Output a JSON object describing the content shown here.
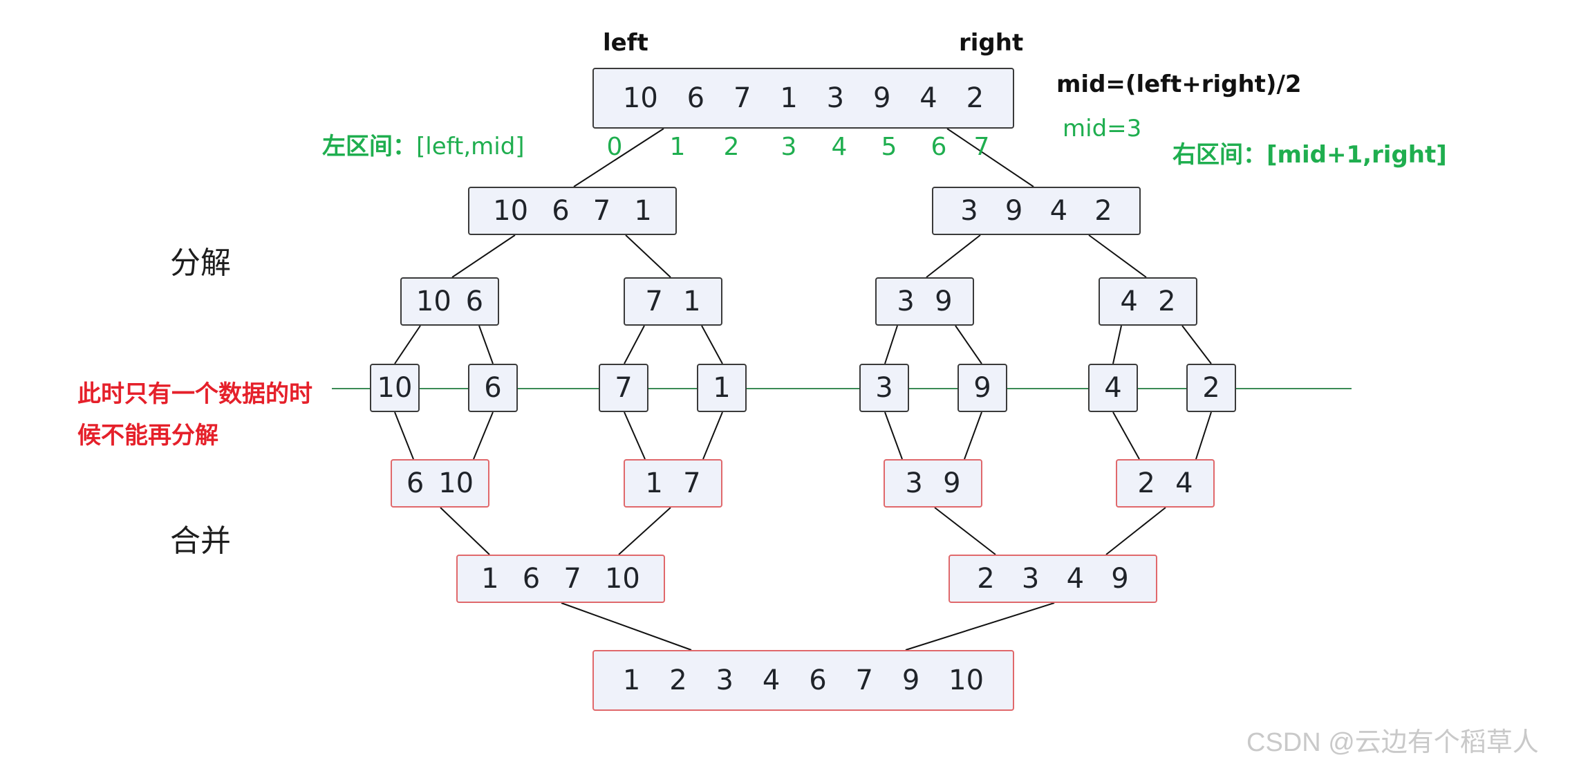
{
  "pointers": {
    "left": "left",
    "right": "right"
  },
  "formula": "mid=(left+right)/2",
  "mid_value": "mid=3",
  "left_interval": {
    "prefix": "左区间：",
    "range": "[left,mid]"
  },
  "right_interval": "右区间：[mid+1,right]",
  "indices": [
    "0",
    "1",
    "2",
    "3",
    "4",
    "5",
    "6",
    "7"
  ],
  "sections": {
    "split": "分解",
    "merge": "合并"
  },
  "note": {
    "line1": "此时只有一个数据的时",
    "line2": "候不能再分解"
  },
  "watermark": "CSDN @云边有个稻草人",
  "colors": {
    "split_border": "#3a3a3a",
    "merge_border": "#e0686b",
    "box_fill": "#eff2fa",
    "accent_green": "#1fae4f",
    "accent_red": "#e5202a"
  },
  "tree": {
    "root": [
      "10",
      "6",
      "7",
      "1",
      "3",
      "9",
      "4",
      "2"
    ],
    "split_1": [
      [
        "10",
        "6",
        "7",
        "1"
      ],
      [
        "3",
        "9",
        "4",
        "2"
      ]
    ],
    "split_2": [
      [
        "10",
        "6"
      ],
      [
        "7",
        "1"
      ],
      [
        "3",
        "9"
      ],
      [
        "4",
        "2"
      ]
    ],
    "leaves": [
      [
        "10"
      ],
      [
        "6"
      ],
      [
        "7"
      ],
      [
        "1"
      ],
      [
        "3"
      ],
      [
        "9"
      ],
      [
        "4"
      ],
      [
        "2"
      ]
    ],
    "merge_1": [
      [
        "6",
        "10"
      ],
      [
        "1",
        "7"
      ],
      [
        "3",
        "9"
      ],
      [
        "2",
        "4"
      ]
    ],
    "merge_2": [
      [
        "1",
        "6",
        "7",
        "10"
      ],
      [
        "2",
        "3",
        "4",
        "9"
      ]
    ],
    "result": [
      "1",
      "2",
      "3",
      "4",
      "6",
      "7",
      "9",
      "10"
    ]
  }
}
